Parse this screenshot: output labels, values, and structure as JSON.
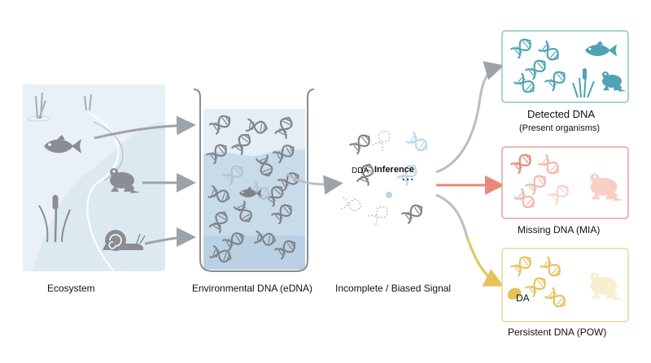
{
  "labels": {
    "ecosystem": "Ecosystem",
    "edna": "Environmental DNA (eDNA)",
    "signal": "Incomplete / Biased Signal",
    "inference": "Inference",
    "dda": "DDA",
    "dots": "...",
    "detected_title": "Detected DNA",
    "detected_sub": "(Present organisms)",
    "missing": "Missing DNA (MIA)",
    "persistent": "Persistent DNA (POW)",
    "da": "DA"
  },
  "colors": {
    "ecosystem_bg": "#dde9f1",
    "animal": "#8a8d92",
    "dna_gray": "#7f8389",
    "detected": "#4ea3b4",
    "detected_border": "#8cc3cf",
    "missing": "#e8897a",
    "missing_border": "#e9a193",
    "persistent": "#e5c35a",
    "persistent_border": "#ecd690",
    "arrow_gray": "#9ea3aa"
  }
}
